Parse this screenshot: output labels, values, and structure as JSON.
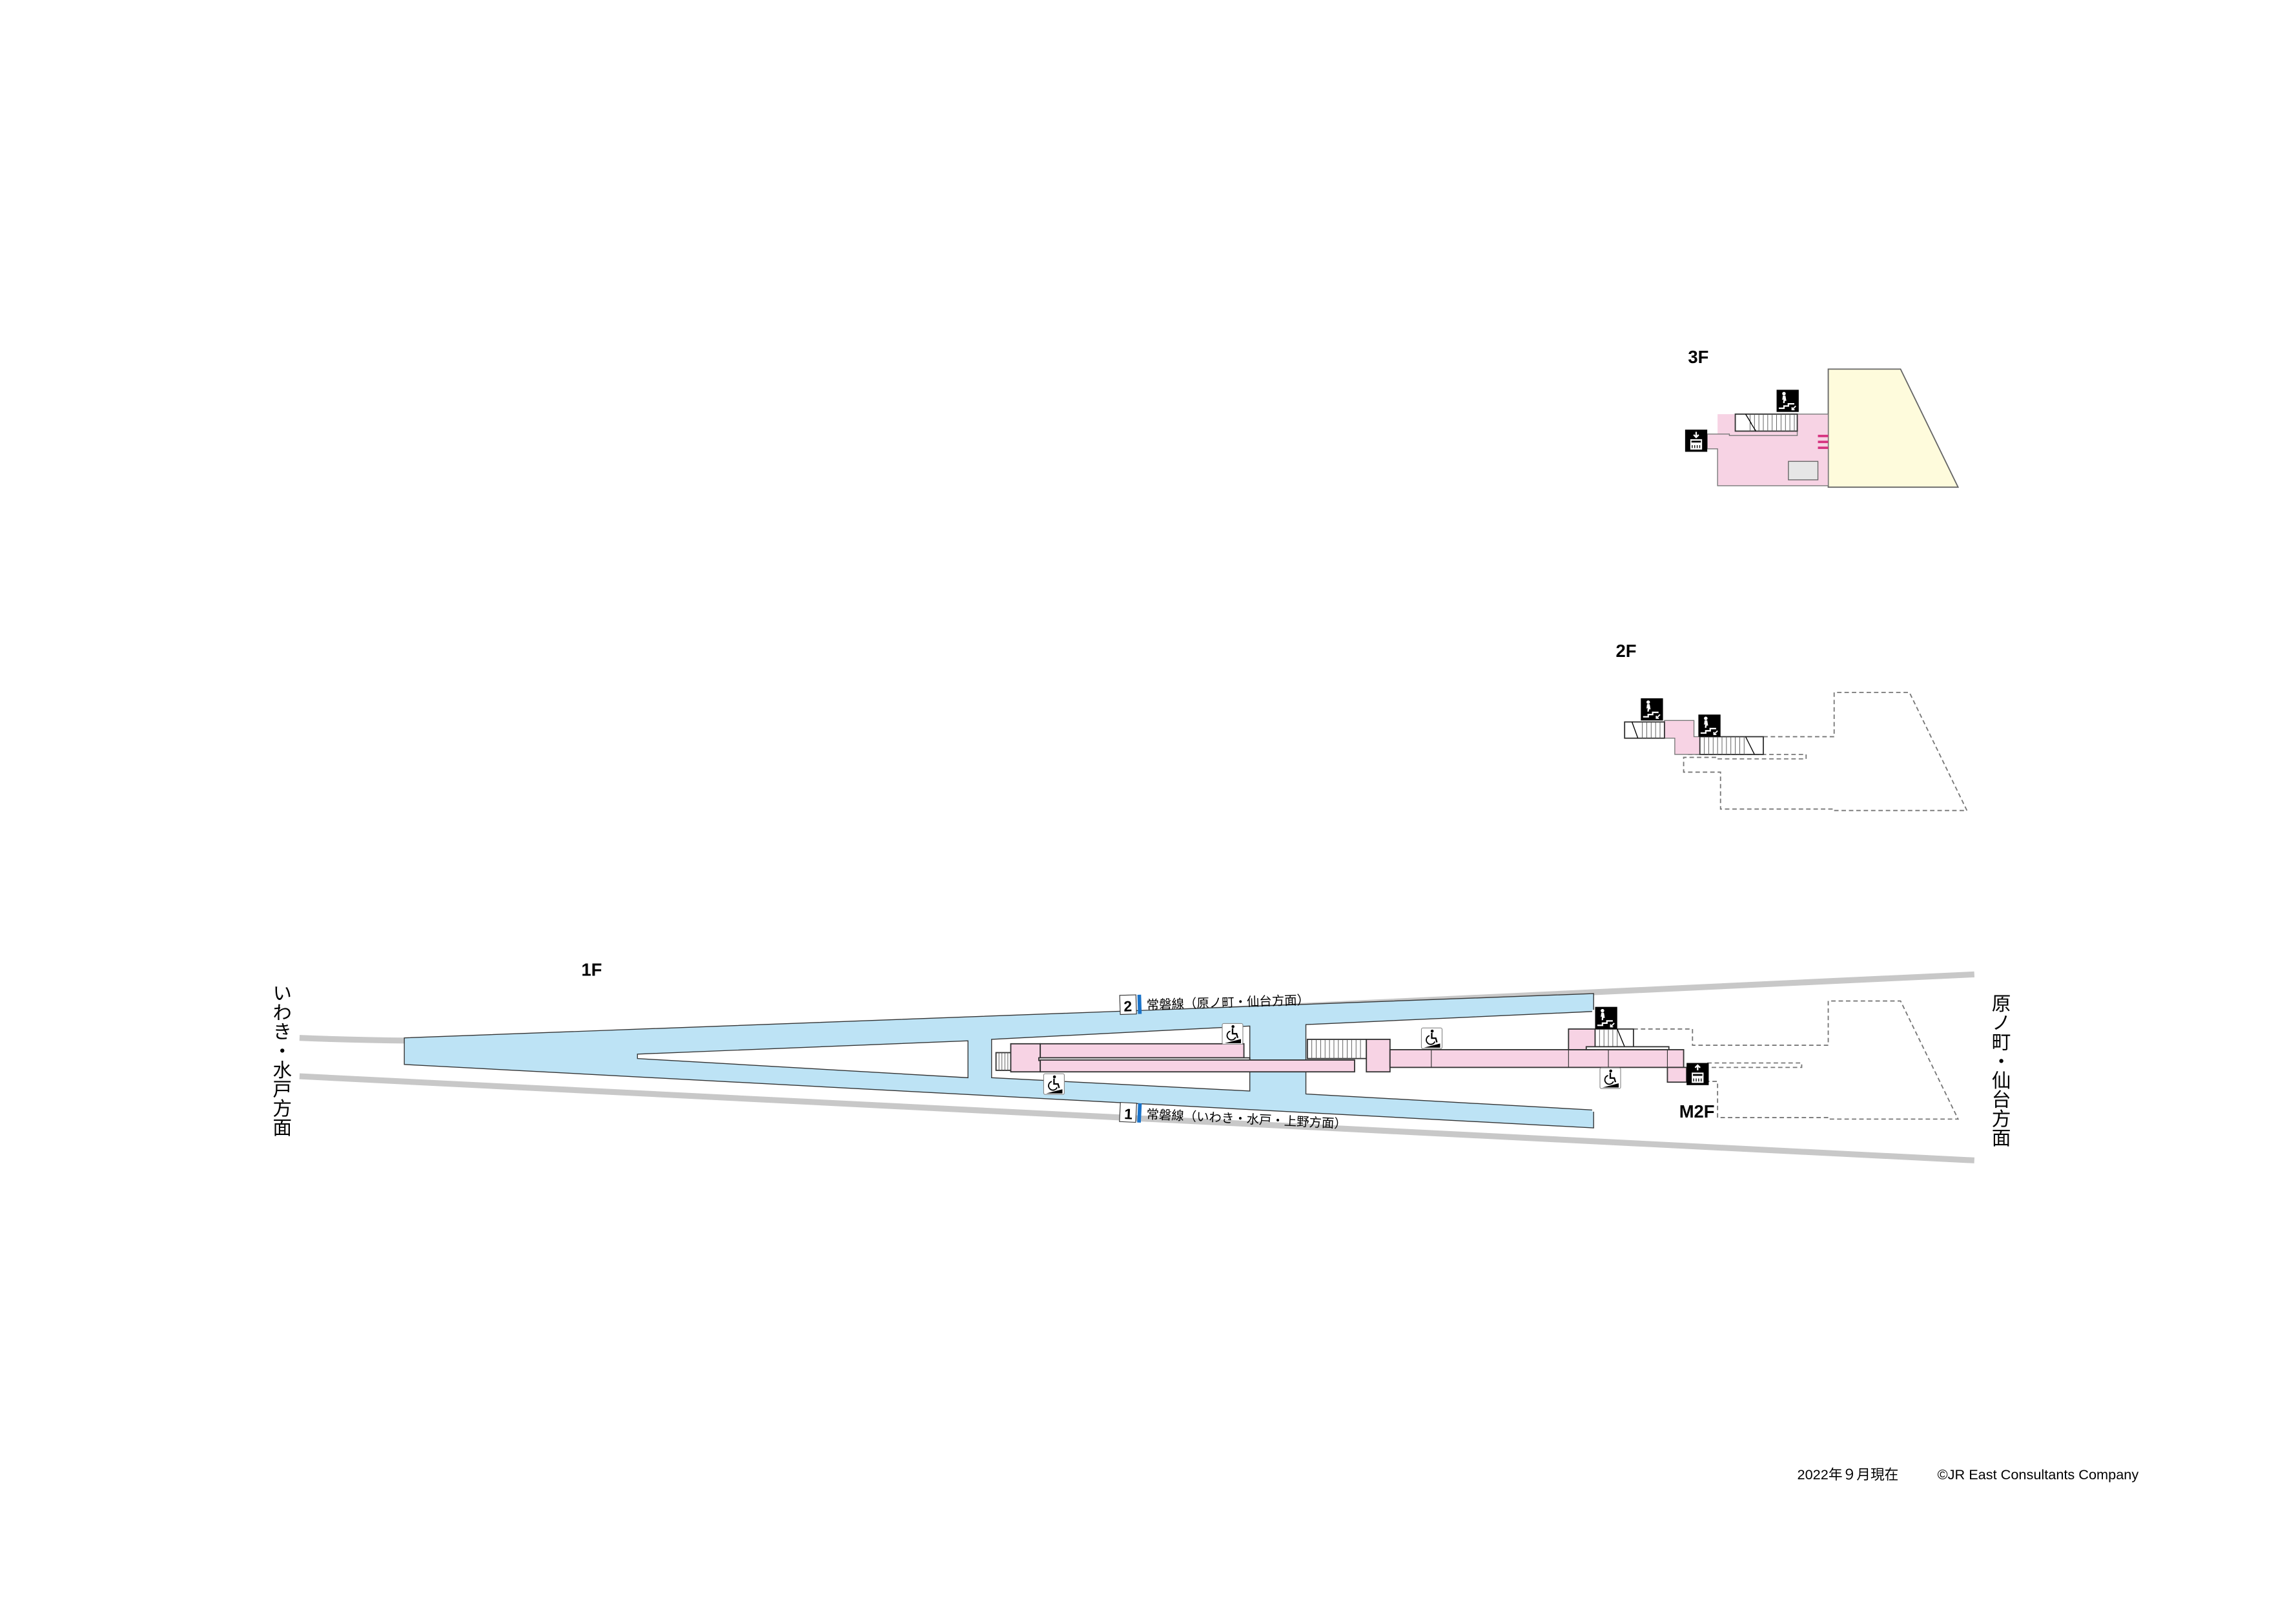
{
  "floors": {
    "f3": {
      "label": "3F"
    },
    "f2": {
      "label": "2F"
    },
    "f1": {
      "label": "1F"
    },
    "m2f": {
      "label": "M2F"
    }
  },
  "platforms": [
    {
      "number": "2",
      "line": "常磐線（原ノ町・仙台方面）"
    },
    {
      "number": "1",
      "line": "常磐線（いわき・水戸・上野方面）"
    }
  ],
  "directions": {
    "left": "いわき・水戸方面",
    "right": "原ノ町・仙台方面"
  },
  "footer": {
    "date": "2022年９月現在",
    "copyright": "©JR East Consultants Company"
  },
  "icons": [
    "stairs-icon",
    "elevator-icon",
    "wheelchair-slope-icon"
  ],
  "colors": {
    "platform": "#bde3f5",
    "concourse": "#f7d3e4",
    "building": "#fefbdc",
    "track": "#c8c8c8",
    "gate_marker": "#d6327f",
    "platform_bar": "#1a73c9"
  }
}
